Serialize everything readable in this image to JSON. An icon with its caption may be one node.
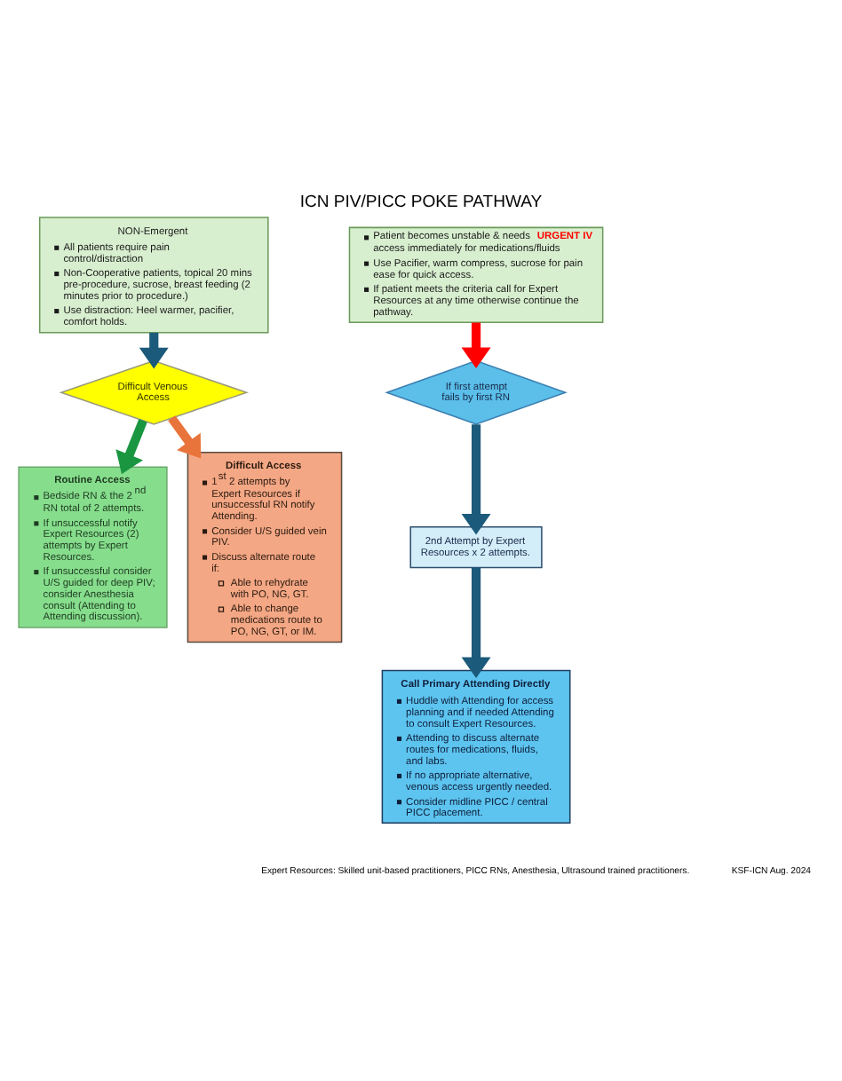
{
  "diagram": {
    "title": "ICN PIV/PICC POKE PATHWAY",
    "nodes": [
      {
        "text": [
          "NON-Emergent",
          "All patients require pain control/distraction",
          "Non-Cooperative patients, topical 20 mins pre-procedure, sucrose, breast feeding (2 minutes prior to procedure.)",
          "Use distraction: Heel warmer, pacifier, comfort holds."
        ]
      },
      {
        "text": [
          "Patient becomes unstable & needs **URGENT IV** access immediately for medications/fluids",
          "Use Pacifier, warm compress, sucrose for pain ease for quick access.",
          "If patient meets the criteria call for Expert Resources at any time otherwise continue the pathway."
        ]
      },
      {
        "text": [
          "Difficult Venous Access"
        ]
      },
      {
        "text": [
          "If first attempt fails by first RN"
        ]
      },
      {
        "text": [
          "Routine Access",
          "Bedside RN & the 2$^{nd}$ RN total of 2 attempts.",
          "If unsuccessful notify Expert Resources (2) attempts by Expert Resources.",
          "If unsuccessful consider U/S guided for deep PIV; consider Anesthesia consult (Attending to Attending discussion)."
        ]
      },
      {
        "text": [
          "Difficult Access",
          "1$^{st}$ 2 attempts by Expert Resources if unsuccessful RN notify Attending.",
          "Consider U/S guided vein PIV.",
          "Discuss alternate route if:",
          "Able to rehydrate with PO, NG, GT.",
          "Able to change medications route to PO, NG, GT, or IM."
        ]
      },
      {
        "text": [
          "2nd Attempt by Expert Resources x 2 attempts."
        ]
      },
      {
        "text": [
          "Call Primary Attending Directly",
          "Huddle with Attending for access planning and if needed Attending to consult Expert Resources.",
          "Attending to discuss alternate routes for medications, fluids, and labs.",
          "If no appropriate alternative, venous access urgently needed.",
          "Consider midline PICC / central PICC placement."
        ]
      }
    ],
    "edges": [
      {
        "from": 0,
        "to": 2,
        "arrow": "to"
      },
      {
        "from": 1,
        "to": 3,
        "arrow": "to",
        "color": "#ff0000"
      },
      {
        "from": 2,
        "to": 4,
        "arrow": "to",
        "color": "#1a9641"
      },
      {
        "from": 2,
        "to": 5,
        "arrow": "to",
        "color": "#e8743b"
      },
      {
        "from": 3,
        "to": 6,
        "arrow": "to"
      },
      {
        "from": 6,
        "to": 7,
        "arrow": "to"
      }
    ],
    "labels": [
      "Expert Resources: Skilled unit-based practitioners, PICC RNs, Anesthesia, Ultrasound trained practitioners.",
      "KSF-ICN Aug. 2024"
    ]
  }
}
